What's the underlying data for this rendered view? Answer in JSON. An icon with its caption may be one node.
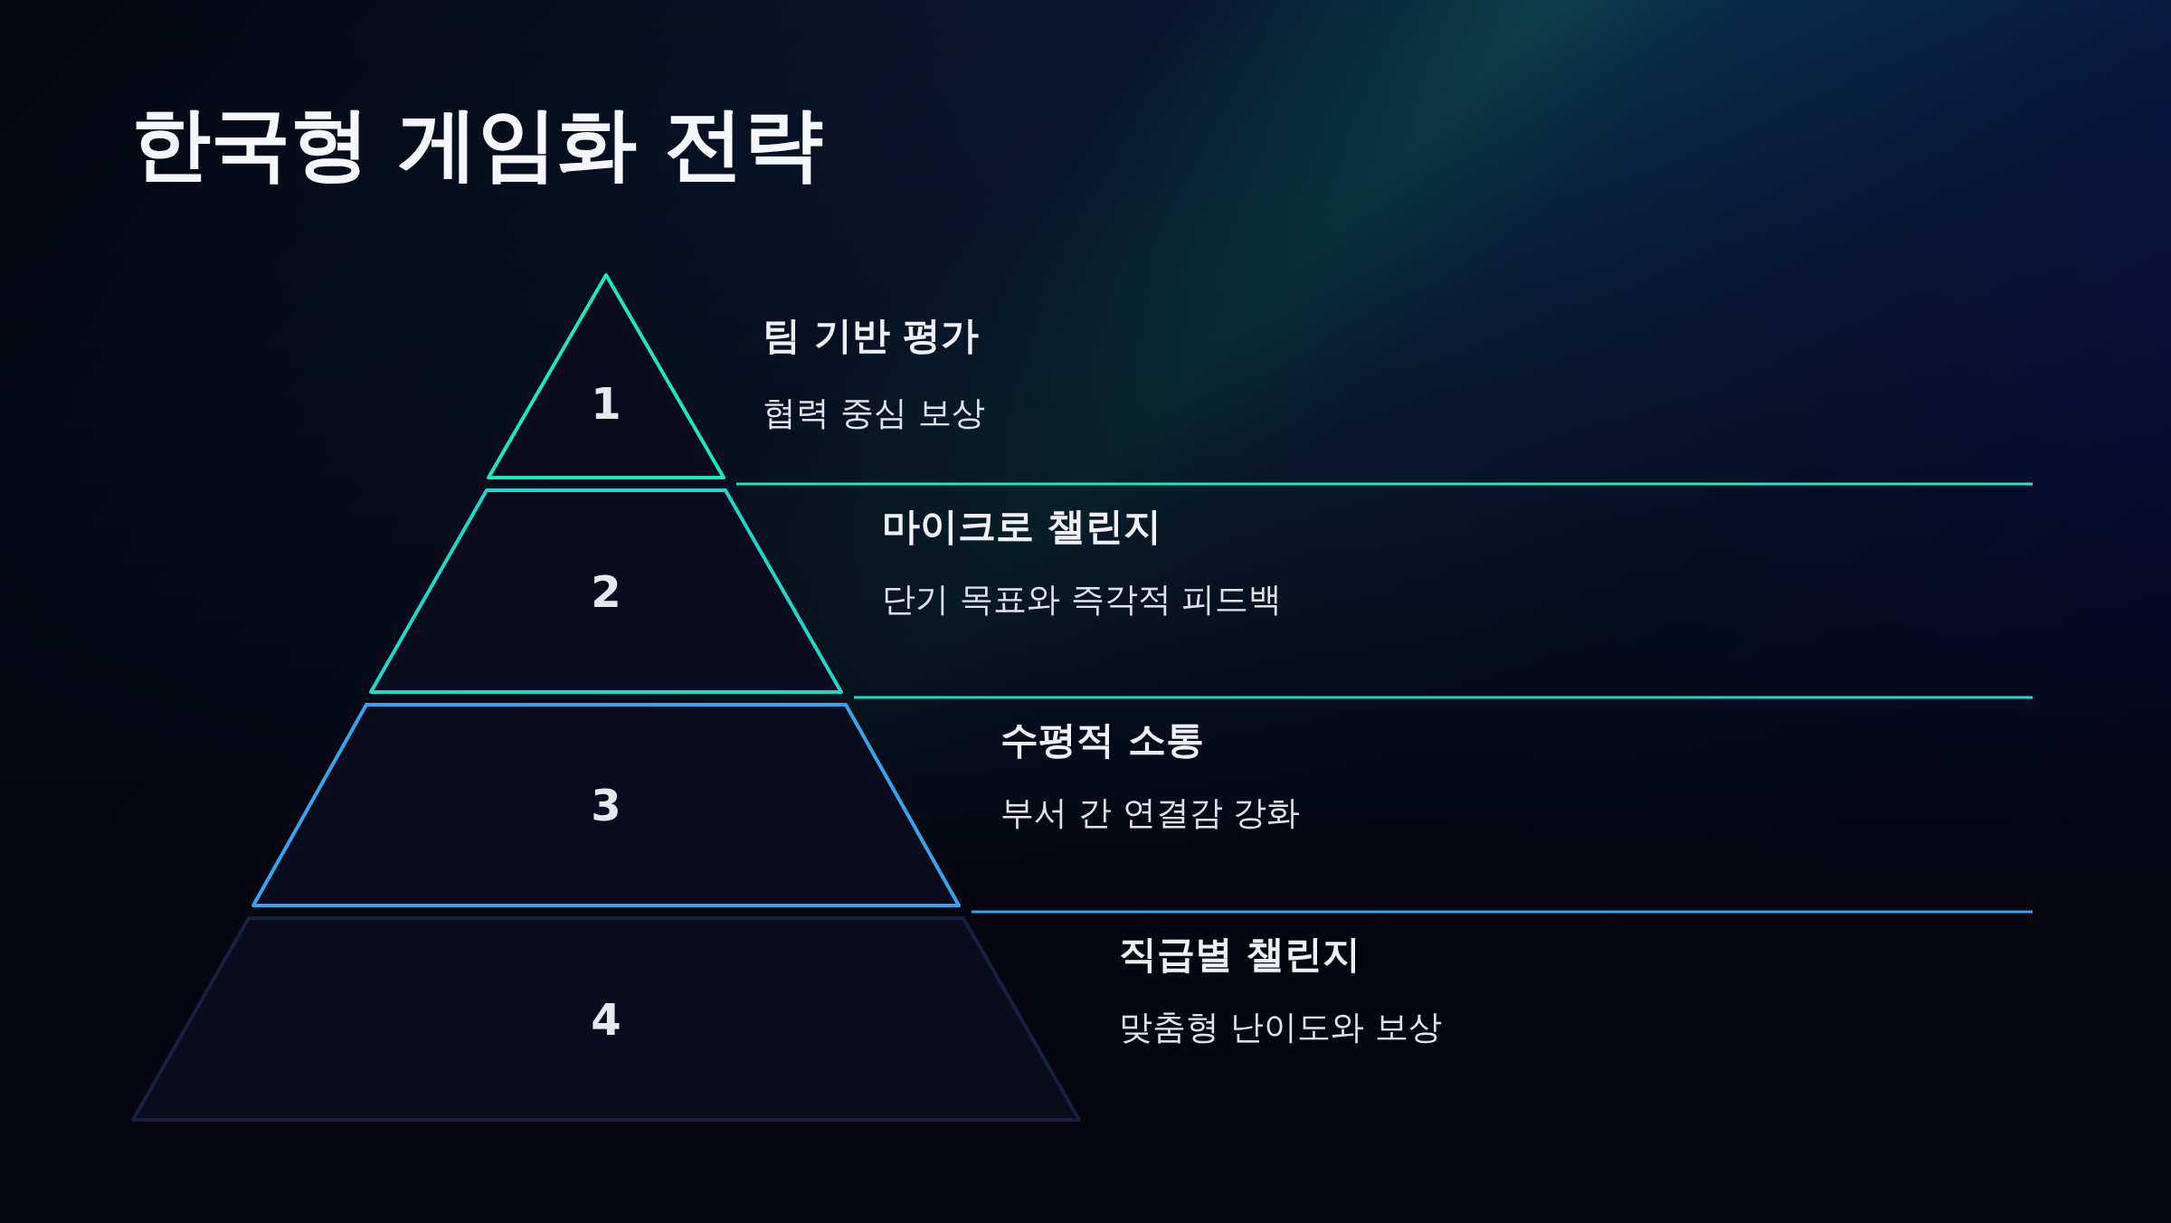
{
  "diagram": {
    "title": "한국형 게임화 전략",
    "nodes": [
      {
        "text": [
          "1"
        ],
        "beside": [
          "팀 기반 평가",
          "협력 중심 보상"
        ]
      },
      {
        "text": [
          "2"
        ],
        "beside": [
          "마이크로 챌린지",
          "단기 목표와 즉각적 피드백"
        ]
      },
      {
        "text": [
          "3"
        ],
        "beside": [
          "수평적 소통",
          "부서 간 연결감 강화"
        ]
      },
      {
        "text": [
          "4"
        ],
        "beside": [
          "직급별 챌린지",
          "맞춤형 난이도와 보상"
        ]
      }
    ]
  }
}
